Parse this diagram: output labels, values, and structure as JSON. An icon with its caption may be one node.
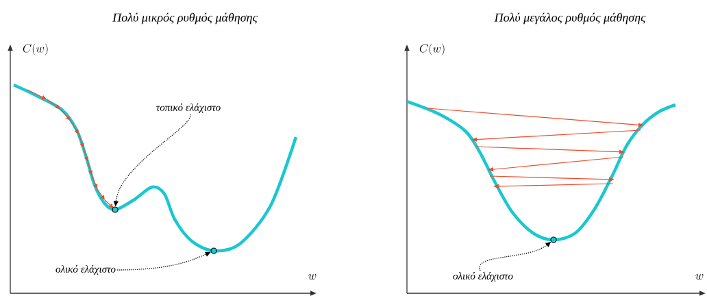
{
  "diagram": {
    "nodes": [
      {
        "text": [
          "τοπικό ελάχιστο"
        ]
      },
      {
        "text": [],
        "shape": "circle"
      },
      {
        "text": [
          "ολικό ελάχιστο"
        ]
      },
      {
        "text": [],
        "shape": "circle"
      },
      {
        "text": [
          "ολικό ελάχιστο"
        ]
      },
      {
        "text": [],
        "shape": "circle"
      }
    ],
    "edges": [
      {
        "from": 0,
        "to": 1,
        "arrow": "to",
        "style": "dashed"
      },
      {
        "from": 2,
        "to": 3,
        "arrow": "to",
        "style": "dashed"
      },
      {
        "from": 4,
        "to": 5,
        "arrow": "to",
        "style": "dashed"
      }
    ],
    "labels": [
      "Πολύ μικρός ρυθμός μάθησης",
      "Πολύ μεγάλος ρυθμός μάθησης",
      "C(w)",
      "w",
      "C(w)",
      "w"
    ]
  }
}
